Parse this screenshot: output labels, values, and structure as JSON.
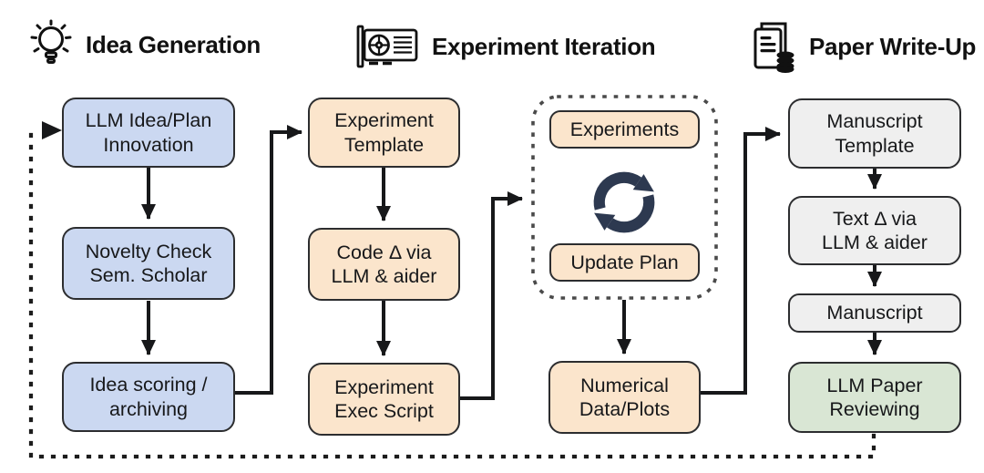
{
  "phases": {
    "idea": {
      "label": "Idea Generation",
      "icon": "lightbulb-icon"
    },
    "experiment": {
      "label": "Experiment Iteration",
      "icon": "gpu-icon"
    },
    "paper": {
      "label": "Paper Write-Up",
      "icon": "document-database-icon"
    }
  },
  "boxes": {
    "llm_idea_plan": "LLM Idea/Plan\nInnovation",
    "novelty_check": "Novelty Check\nSem. Scholar",
    "idea_scoring": "Idea scoring /\narchiving",
    "experiment_template": "Experiment\nTemplate",
    "code_delta": "Code Δ via\nLLM & aider",
    "experiment_exec": "Experiment\nExec Script",
    "experiments": "Experiments",
    "update_plan": "Update Plan",
    "numerical_data": "Numerical\nData/Plots",
    "manuscript_template": "Manuscript\nTemplate",
    "text_delta": "Text Δ via\nLLM & aider",
    "manuscript": "Manuscript",
    "llm_review": "LLM Paper\nReviewing"
  },
  "loop": {
    "icon": "cycle-refresh-icon"
  },
  "colors": {
    "idea-fill": "#cbd8f1",
    "experiment-fill": "#fbe5cc",
    "paper-fill": "#efefef",
    "review-fill": "#d9e6d4",
    "loop-icon": "#2d3950",
    "line": "#17181a",
    "dotted-line": "#1c1c1c",
    "loop-border": "#4a4a4a"
  }
}
